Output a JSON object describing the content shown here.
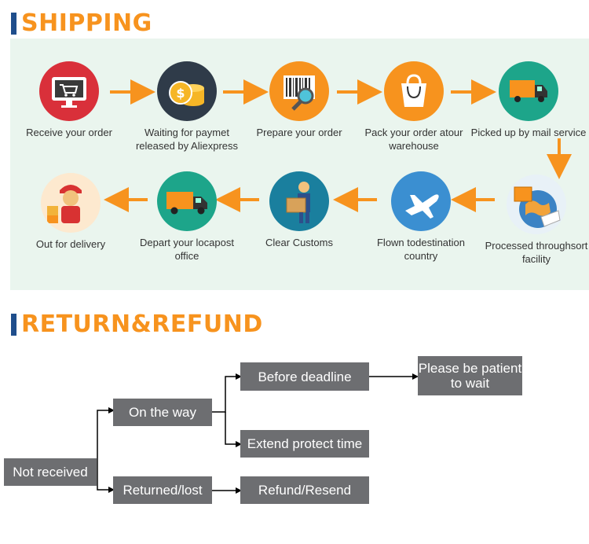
{
  "shipping": {
    "title": "SHIPPING",
    "steps": [
      {
        "label": "Receive your order",
        "icon": "cart-monitor-icon"
      },
      {
        "label": "Waiting for paymet released by Aliexpress",
        "icon": "coins-icon"
      },
      {
        "label": "Prepare your order",
        "icon": "barcode-scan-icon"
      },
      {
        "label": "Pack your order atour warehouse",
        "icon": "shopping-bag-icon"
      },
      {
        "label": "Picked up by mail service",
        "icon": "truck-icon"
      },
      {
        "label": "Processed throughsort facility",
        "icon": "globe-parcel-icon"
      },
      {
        "label": "Flown todestination country",
        "icon": "airplane-icon"
      },
      {
        "label": "Clear Customs",
        "icon": "customs-worker-icon"
      },
      {
        "label": "Depart your locapost office",
        "icon": "delivery-truck-icon"
      },
      {
        "label": "Out for delivery",
        "icon": "courier-icon"
      }
    ]
  },
  "refund": {
    "title": "RETURN&REFUND",
    "nodes": {
      "not_received": "Not received",
      "on_the_way": "On the way",
      "returned_lost": "Returned/lost",
      "before_deadline": "Before deadline",
      "extend_protect": "Extend protect time",
      "please_be_patient": "Please be patient to wait",
      "refund_resend": "Refund/Resend"
    }
  },
  "colors": {
    "accent": "#f7931e",
    "bar": "#1f4e8c",
    "box": "#6d6e71",
    "panel": "#eaf5ee"
  }
}
